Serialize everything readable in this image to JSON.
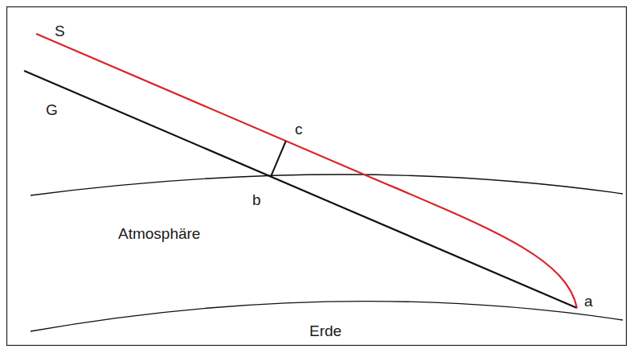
{
  "diagram": {
    "labels": [
      "S",
      "G",
      "c",
      "b",
      "Atmosphäre",
      "Erde",
      "a"
    ]
  }
}
